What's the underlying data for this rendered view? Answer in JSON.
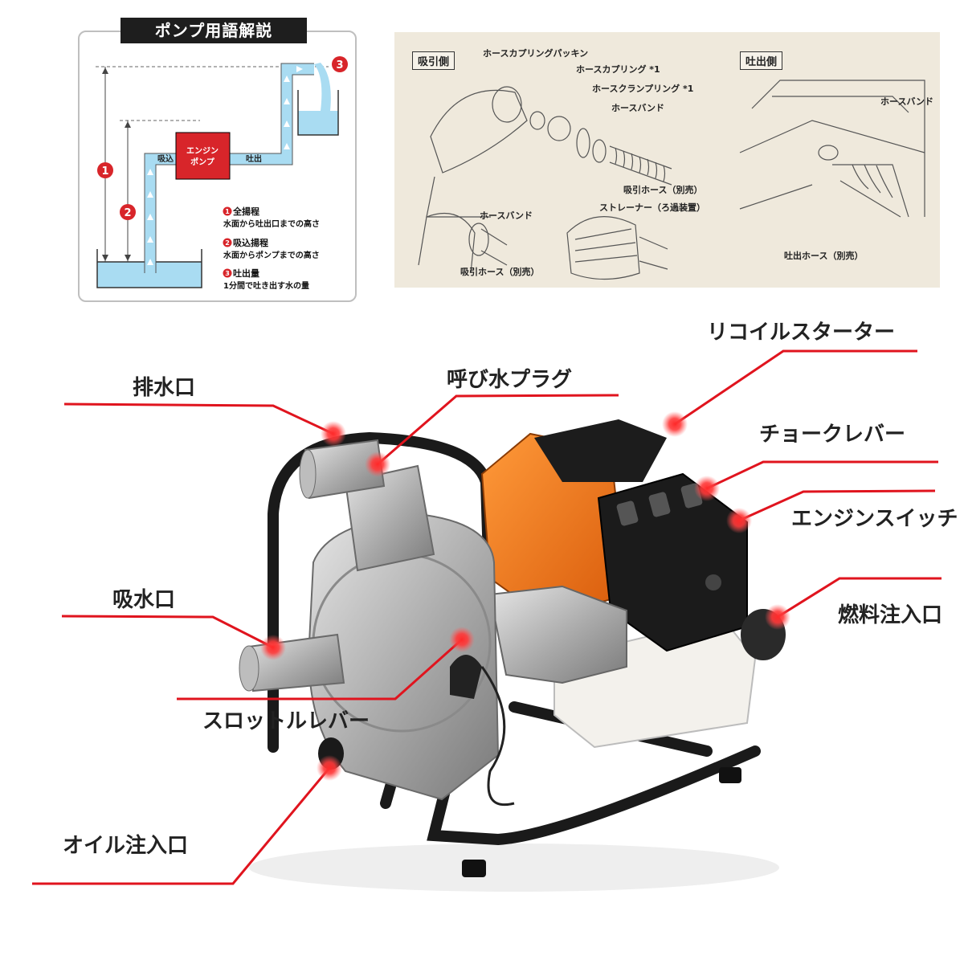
{
  "pump_terms": {
    "title": "ポンプ用語解説",
    "engine_label_line1": "エンジン",
    "engine_label_line2": "ポンプ",
    "intake_label": "吸込",
    "discharge_label": "吐出",
    "markers": [
      "1",
      "2",
      "3"
    ],
    "definitions": [
      {
        "number": "1",
        "term": "全揚程",
        "desc": "水面から吐出口までの高さ"
      },
      {
        "number": "2",
        "term": "吸込揚程",
        "desc": "水面からポンプまでの高さ"
      },
      {
        "number": "3",
        "term": "吐出量",
        "desc": "1分間で吐き出す水の量"
      }
    ]
  },
  "hose_diagram": {
    "suction_side": "吸引側",
    "discharge_side": "吐出側",
    "labels": {
      "coupling_packing": "ホースカプリングパッキン",
      "coupling": "ホースカプリング *1",
      "clamp_ring": "ホースクランプリング *1",
      "band_top": "ホースバンド",
      "suction_hose_top": "吸引ホース（別売）",
      "band_bottom": "ホースバンド",
      "strainer": "ストレーナー（ろ過装置）",
      "suction_hose_bottom": "吸引ホース（別売）",
      "band_right": "ホースバンド",
      "discharge_hose": "吐出ホース（別売）"
    }
  },
  "callouts": {
    "drain": "排水口",
    "priming_plug": "呼び水プラグ",
    "recoil_starter": "リコイルスターター",
    "choke_lever": "チョークレバー",
    "engine_switch": "エンジンスイッチ",
    "intake": "吸水口",
    "fuel_inlet": "燃料注入口",
    "throttle_lever": "スロットルレバー",
    "oil_inlet": "オイル注入口"
  },
  "colors": {
    "accent_red": "#e0141e",
    "water_blue": "#a9dcf2",
    "engine_box": "#d8252a",
    "pump_orange": "#f07a1a"
  }
}
